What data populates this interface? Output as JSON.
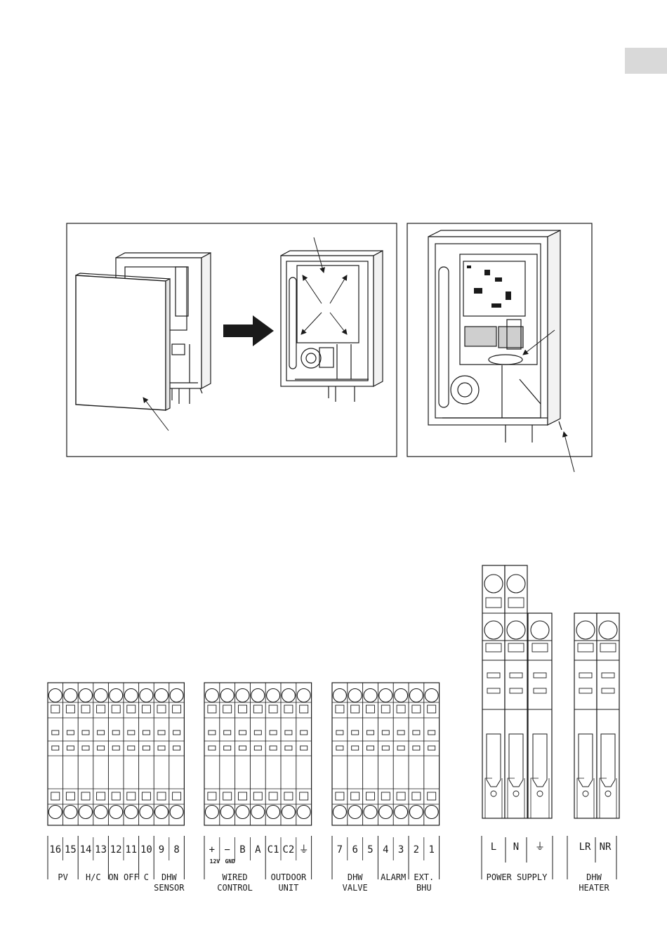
{
  "strips": [
    {
      "id": "strip-a",
      "terminals": [
        "16",
        "15",
        "14",
        "13",
        "12",
        "11",
        "10",
        "9",
        "8"
      ],
      "groups": [
        {
          "lines": [
            "PV"
          ]
        },
        {
          "lines": [
            "H/C"
          ]
        },
        {
          "lines": [
            "ON OFF"
          ]
        },
        {
          "lines": [
            "C"
          ]
        },
        {
          "lines": [
            "DHW",
            "SENSOR"
          ]
        }
      ]
    },
    {
      "id": "strip-b",
      "terminals": [
        "+",
        "−",
        "B",
        "A",
        "C1",
        "C2",
        "⏚"
      ],
      "sublabels": [
        "12V",
        "GND"
      ],
      "groups": [
        {
          "lines": [
            "WIRED",
            "CONTROL"
          ]
        },
        {
          "lines": [
            "OUTDOOR",
            "UNIT"
          ]
        }
      ]
    },
    {
      "id": "strip-c",
      "terminals": [
        "7",
        "6",
        "5",
        "4",
        "3",
        "2",
        "1"
      ],
      "groups": [
        {
          "lines": [
            "DHW",
            "VALVE"
          ]
        },
        {
          "lines": [
            "ALARM"
          ]
        },
        {
          "lines": [
            "EXT.",
            "BHU"
          ]
        }
      ]
    },
    {
      "id": "power-block",
      "terminals": [
        "L",
        "N",
        "⏚"
      ],
      "groups": [
        {
          "lines": [
            "POWER SUPPLY"
          ]
        }
      ]
    },
    {
      "id": "heater-block",
      "terminals": [
        "LR",
        "NR"
      ],
      "groups": [
        {
          "lines": [
            "DHW",
            "HEATER"
          ]
        }
      ]
    }
  ]
}
